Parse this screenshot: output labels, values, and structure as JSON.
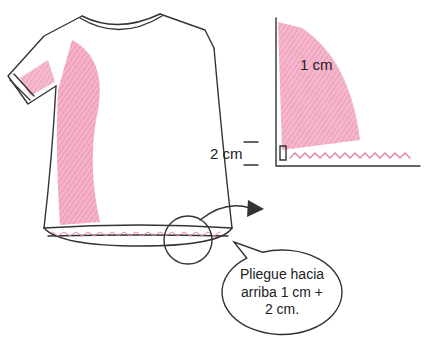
{
  "diagram": {
    "nodes": [
      {
        "text": [
          "Pliegue hacia arriba 1 cm + 2 cm."
        ]
      }
    ],
    "labels": [
      "1 cm",
      "2 cm"
    ]
  }
}
